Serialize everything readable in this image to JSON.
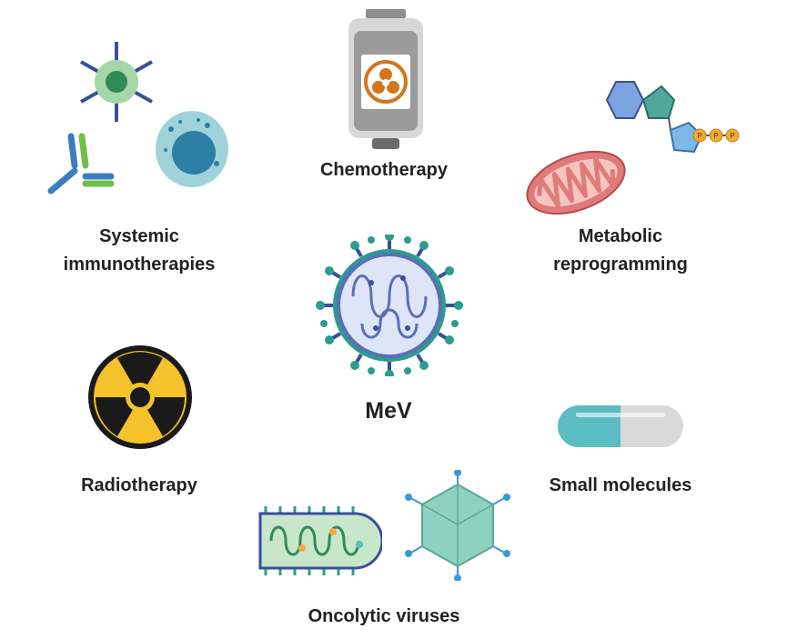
{
  "labels": {
    "center": "MeV",
    "chemotherapy": "Chemotherapy",
    "systemic_line1": "Systemic",
    "systemic_line2": "immunotherapies",
    "metabolic_line1": "Metabolic",
    "metabolic_line2": "reprogramming",
    "radiotherapy": "Radiotherapy",
    "small_molecules": "Small molecules",
    "oncolytic": "Oncolytic viruses"
  },
  "phosphate_labels": [
    "P",
    "P",
    "P"
  ],
  "icons": {
    "center": "measles-virus-icon",
    "chemotherapy": "iv-bag-biohazard-icon",
    "systemic": [
      "t-cell-icon",
      "antibody-icon",
      "tumor-cell-icon"
    ],
    "metabolic": [
      "mitochondrion-icon",
      "atp-molecule-icon"
    ],
    "radiotherapy": "radiation-icon",
    "small_molecules": "capsule-pill-icon",
    "oncolytic": [
      "rhabdovirus-icon",
      "adenovirus-icon"
    ]
  },
  "colors": {
    "text": "#222222",
    "virus_navy": "#3a4f9a",
    "virus_teal": "#2a9d8f",
    "radiation_yellow": "#f4c22b",
    "mito_red": "#e07b7b",
    "capsule_teal": "#5bbcc2",
    "biohazard_orange": "#d4751c"
  }
}
